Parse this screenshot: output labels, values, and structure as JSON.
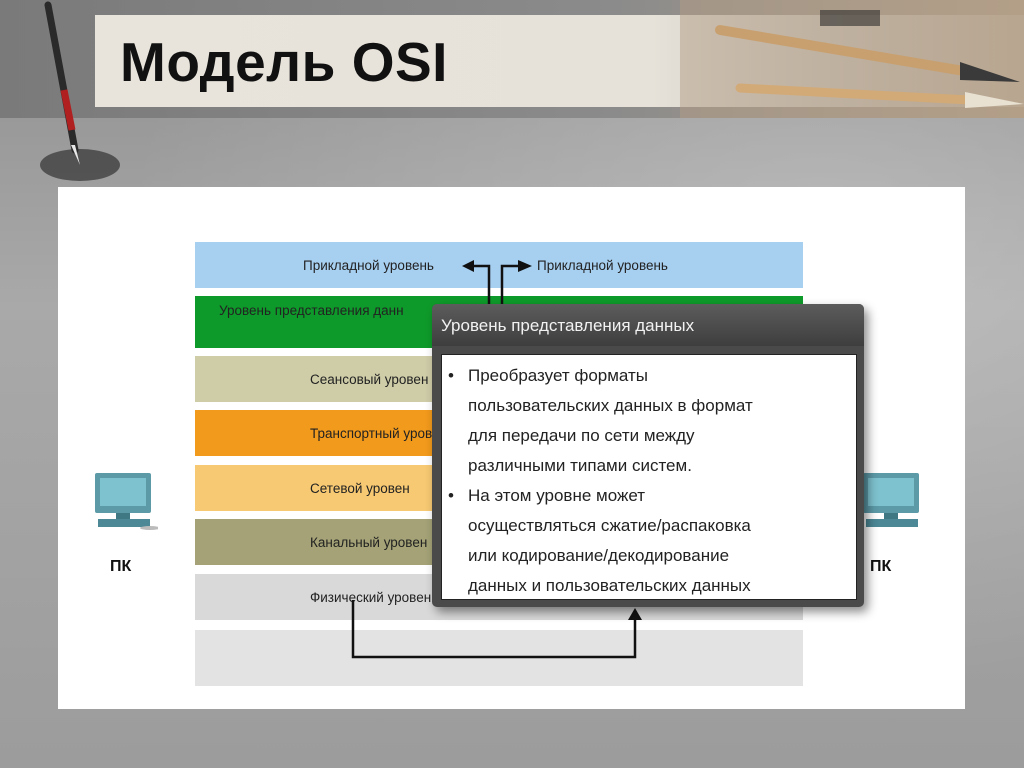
{
  "slide": {
    "title": "Модель OSI"
  },
  "diagram": {
    "layers": [
      {
        "left_text": "Прикладной уровень",
        "right_text": "Прикладной уровень",
        "color": "#a7cff0"
      },
      {
        "left_text": "Уровень представления данн",
        "color": "#0e9a2a"
      },
      {
        "left_text": "Сеансовый уровен",
        "color": "#cfcda8"
      },
      {
        "left_text": "Транспортный уровен",
        "color": "#f29a1c"
      },
      {
        "left_text": "Сетевой уровен",
        "color": "#f7c972"
      },
      {
        "left_text": "Канальный уровен",
        "color": "#a4a276"
      },
      {
        "left_text": "Физический уровен",
        "color": "#d9d9d9"
      }
    ],
    "base_band_color": "#e3e3e3",
    "left_pc_label": "ПК",
    "right_pc_label": "ПК"
  },
  "popup": {
    "title": "Уровень представления данных",
    "bullets": [
      {
        "lines": [
          "Преобразует форматы",
          "пользовательских данных в формат",
          "для передачи по сети между",
          "различными типами систем."
        ]
      },
      {
        "lines": [
          "На этом уровне может",
          "осуществляться сжатие/распаковка",
          "или кодирование/декодирование",
          "данных и пользовательских данных"
        ]
      }
    ]
  }
}
